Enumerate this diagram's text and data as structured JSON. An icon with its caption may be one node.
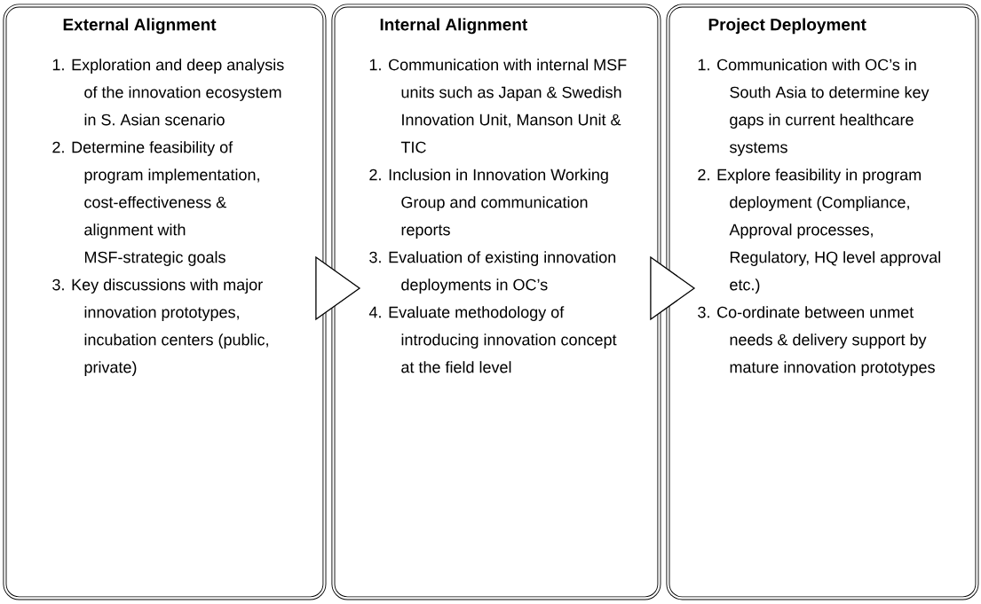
{
  "diagram": {
    "nodes": [
      {
        "text": [
          "External Alignment",
          "1. Exploration and deep analysis of the innovation ecosystem in S. Asian scenario",
          "2. Determine feasibility of program implementation, cost-effectiveness & alignment with MSF-strategic goals",
          "3. Key discussions with major innovation prototypes, incubation centers (public, private)"
        ]
      },
      {
        "text": [
          "Internal Alignment",
          "1. Communication with internal MSF units such as Japan & Swedish Innovation Unit, Manson Unit & TIC",
          "2. Inclusion in Innovation Working Group and communication reports",
          "3. Evaluation of existing innovation deployments in OC’s",
          "4. Evaluate methodology of introducing innovation concept at the field level"
        ]
      },
      {
        "text": [
          "Project Deployment",
          "1. Communication with OC’s in South Asia to determine key gaps in current healthcare systems",
          "2. Explore feasibility in program deployment (Compliance, Approval processes, Regulatory, HQ level approval etc.)",
          "3. Co-ordinate between unmet needs & delivery support by mature innovation prototypes"
        ]
      }
    ],
    "edges": [
      {
        "from": 0,
        "to": 1,
        "arrow": "to"
      },
      {
        "from": 1,
        "to": 2,
        "arrow": "to"
      }
    ]
  }
}
